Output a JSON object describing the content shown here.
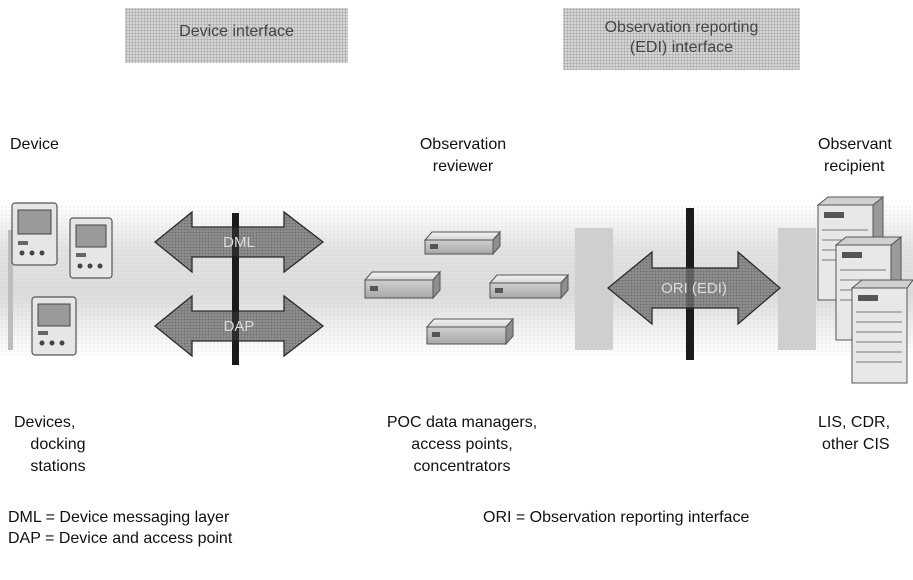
{
  "headers": {
    "device_interface": "Device interface",
    "observation_interface_line1": "Observation reporting",
    "observation_interface_line2": "(EDI) interface"
  },
  "nodes": {
    "device": "Device",
    "reviewer_line1": "Observation",
    "reviewer_line2": "reviewer",
    "recipient_line1": "Observant",
    "recipient_line2": "recipient"
  },
  "arrows": {
    "dml": "DML",
    "dap": "DAP",
    "ori": "ORI (EDI)"
  },
  "captions": {
    "devices_line1": "Devices,",
    "devices_line2": "docking",
    "devices_line3": "stations",
    "poc_line1": "POC data managers,",
    "poc_line2": "access points,",
    "poc_line3": "concentrators",
    "lis_line1": "LIS, CDR,",
    "lis_line2": "other CIS"
  },
  "legend": {
    "dml": "DML = Device messaging layer",
    "dap": "DAP = Device and access point",
    "ori": "ORI = Observation reporting interface"
  }
}
